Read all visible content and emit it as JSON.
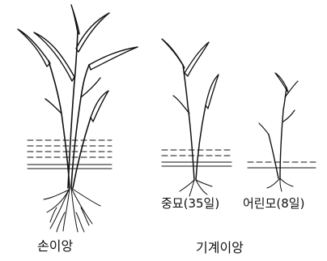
{
  "labels": {
    "hand_transplant": "손이앙",
    "machine_transplant": "기계이앙",
    "medium_seedling": "중묘(35일)",
    "young_seedling": "어린모(8일)"
  },
  "colors": {
    "ink": "#111111",
    "background": "#ffffff"
  }
}
